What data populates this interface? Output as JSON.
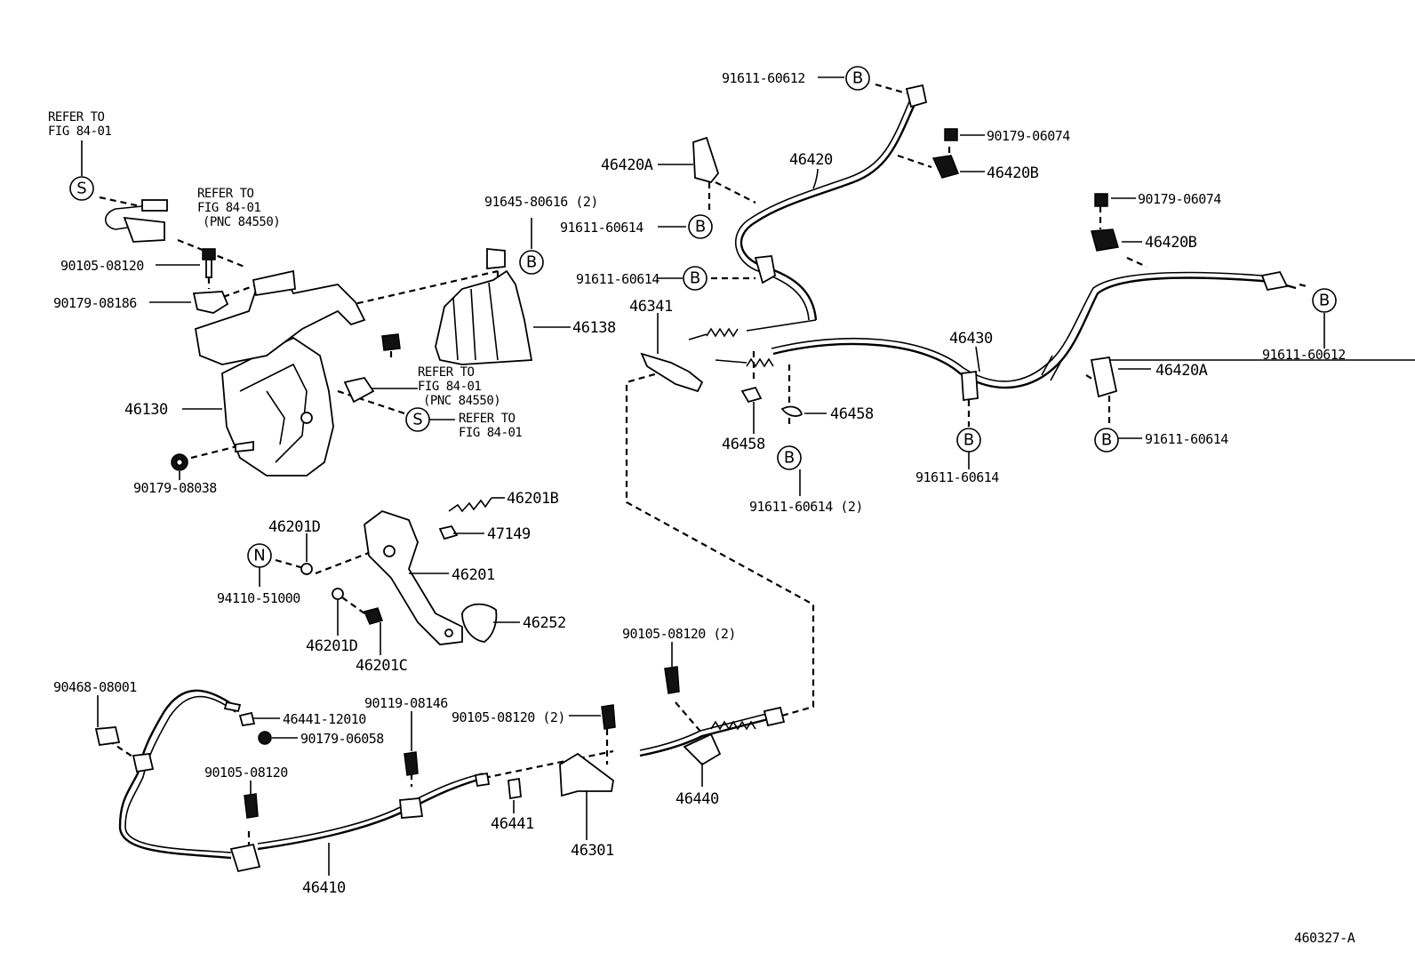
{
  "labels": {
    "p_46130": "46130",
    "p_90179_08038": "90179-08038",
    "p_90105_08120_a": "90105-08120",
    "p_90179_08186": "90179-08186",
    "p_refer_fig84_01_a1": "REFER TO",
    "p_refer_fig84_01_a2": "FIG 84-01",
    "p_refer_pnc_a1": "REFER TO",
    "p_refer_pnc_a2": "FIG 84-01",
    "p_refer_pnc_a3": "(PNC 84550)",
    "p_91645_80616": "91645-80616 (2)",
    "p_46138": "46138",
    "p_refer_pnc_b1": "REFER TO",
    "p_refer_pnc_b2": "FIG 84-01",
    "p_refer_pnc_b3": "(PNC 84550)",
    "p_refer_fig_b1": "REFER TO",
    "p_refer_fig_b2": "FIG 84-01",
    "p_46201B": "46201B",
    "p_47149": "47149",
    "p_46201D_a": "46201D",
    "p_46201": "46201",
    "p_94110_51000": "94110-51000",
    "p_46252": "46252",
    "p_46201D_b": "46201D",
    "p_46201C": "46201C",
    "p_90468_08001": "90468-08001",
    "p_46441_12010": "46441-12010",
    "p_90179_06058": "90179-06058",
    "p_90119_08146": "90119-08146",
    "p_90105_08120_b": "90105-08120",
    "p_90105_08120_2a": "90105-08120 (2)",
    "p_90105_08120_2b": "90105-08120 (2)",
    "p_46441": "46441",
    "p_46301": "46301",
    "p_46440": "46440",
    "p_46410": "46410",
    "p_91611_60612_a": "91611-60612",
    "p_46420A_a": "46420A",
    "p_46420": "46420",
    "p_91611_60614_a": "91611-60614",
    "p_91611_60614_b": "91611-60614",
    "p_46341": "46341",
    "p_90179_06074_a": "90179-06074",
    "p_46420B_a": "46420B",
    "p_90179_06074_b": "90179-06074",
    "p_46420B_b": "46420B",
    "p_46430": "46430",
    "p_46458_a": "46458",
    "p_46458_b": "46458",
    "p_91611_60614_2": "91611-60614 (2)",
    "p_91611_60614_c": "91611-60614",
    "p_91611_60614_d": "91611-60614",
    "p_46420A_b": "46420A",
    "p_91611_60612_b": "91611-60612",
    "p_fig_id": "460327-A"
  },
  "markers": {
    "S": "S",
    "B": "B",
    "N": "N"
  }
}
